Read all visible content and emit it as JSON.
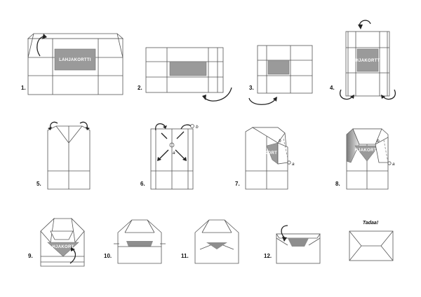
{
  "diagram": {
    "card_text": "LAHJAKORTTI",
    "card_text_partial_a": "HJAKORTT",
    "card_text_partial_b": "KORT",
    "card_text_partial_c": "HJAKORTT",
    "card_text_partial_d": "HJAKORT",
    "point_a": "a",
    "point_b": "b",
    "finish_label": "Tadaa!",
    "steps": [
      "1.",
      "2.",
      "3.",
      "4.",
      "5.",
      "6.",
      "7.",
      "8.",
      "9.",
      "10.",
      "11.",
      "12."
    ]
  }
}
